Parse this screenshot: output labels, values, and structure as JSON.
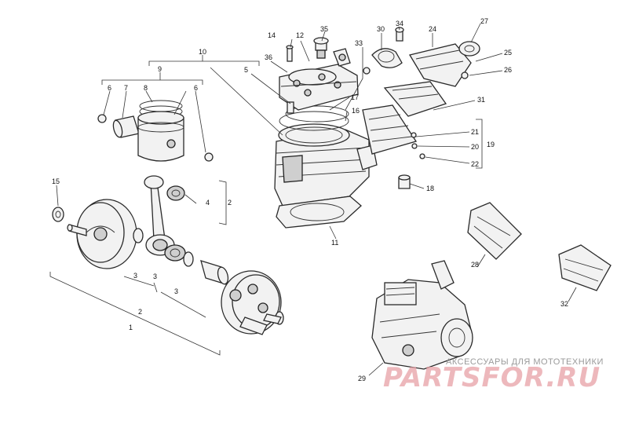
{
  "diagram": {
    "callouts": {
      "c1": "1",
      "c2a": "2",
      "c2b": "2",
      "c3a": "3",
      "c3b": "3",
      "c3c": "3",
      "c4": "4",
      "c5": "5",
      "c6a": "6",
      "c6b": "6",
      "c7": "7",
      "c8": "8",
      "c9": "9",
      "c10": "10",
      "c11": "11",
      "c12": "12",
      "c14": "14",
      "c15": "15",
      "c16": "16",
      "c17": "17",
      "c18": "18",
      "c19": "19",
      "c20": "20",
      "c21": "21",
      "c22": "22",
      "c24": "24",
      "c25": "25",
      "c26": "26",
      "c27": "27",
      "c28": "28",
      "c29": "29",
      "c30": "30",
      "c31": "31",
      "c32": "32",
      "c33": "33",
      "c34": "34",
      "c35": "35",
      "c36": "36"
    }
  },
  "watermark": {
    "caption": "АКСЕССУАРЫ ДЛЯ МОТОТЕХНИКИ",
    "logo_text": "PARTSFOR.RU",
    "logo_color": "#e7a0a6"
  }
}
